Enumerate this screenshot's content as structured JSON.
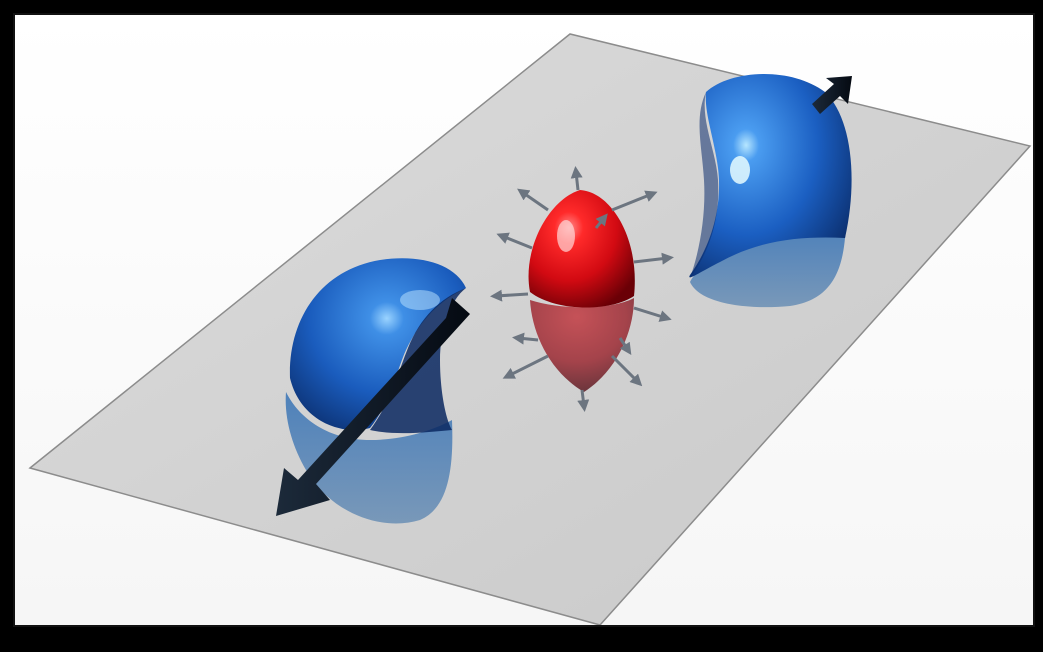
{
  "scene": {
    "frame_color": "#000000",
    "background_color": "#ffffff",
    "plane_color": "#d4d4d4",
    "plane_edge_color": "#8c8c8c",
    "red_body_color": "#e0101a",
    "blue_body_color": "#1f63c4",
    "arrow_color": "#6c7580",
    "dark_arrow_color": "#0b1420",
    "objects": [
      {
        "name": "left-blue-crescent",
        "color": "blue"
      },
      {
        "name": "center-red-ellipsoid",
        "color": "red"
      },
      {
        "name": "right-blue-crescent",
        "color": "blue"
      }
    ]
  }
}
